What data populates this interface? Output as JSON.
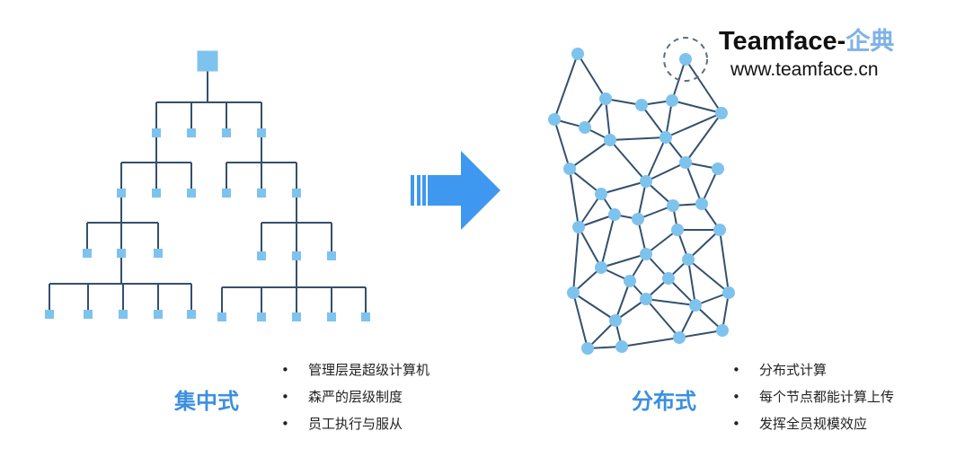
{
  "brand": {
    "name": "Teamface-",
    "name_cn": "企典",
    "url": "www.teamface.cn"
  },
  "colors": {
    "node": "#7ec3ee",
    "edge": "#34506c",
    "arrow": "#3f98f0",
    "label": "#3b8fe0"
  },
  "left_panel": {
    "label": "集中式",
    "bullets": [
      "管理层是超级计算机",
      "森严的层级制度",
      "员工执行与服从"
    ]
  },
  "right_panel": {
    "label": "分布式",
    "bullets": [
      "分布式计算",
      "每个节点都能计算上传",
      "发挥全员规模效应"
    ]
  },
  "arrow_icon": "right-arrow-icon"
}
